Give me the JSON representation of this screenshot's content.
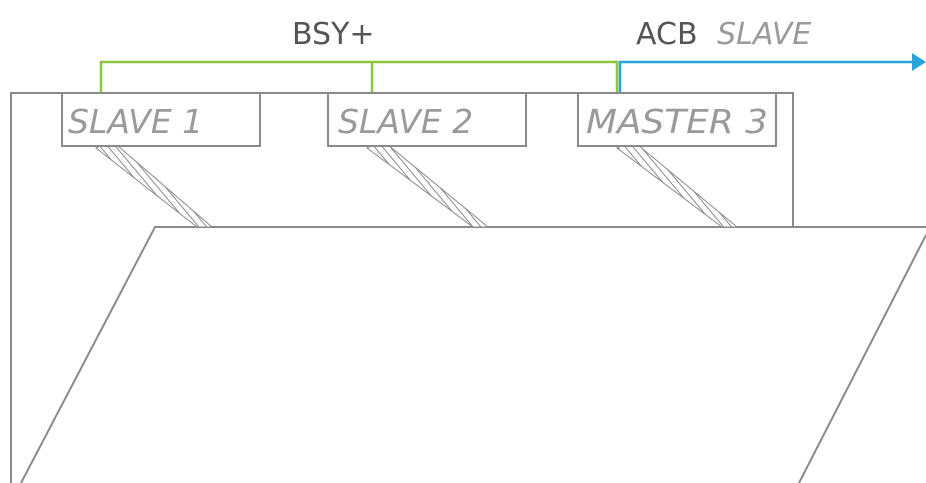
{
  "bus": {
    "bsy_label": "BSY+",
    "acb_label": "ACB",
    "acb_role": "SLAVE",
    "bsy_color": "#8cc63f",
    "acb_color": "#29a3dc"
  },
  "units": [
    {
      "label": "SLAVE 1"
    },
    {
      "label": "SLAVE 2"
    },
    {
      "label": "MASTER 3"
    }
  ],
  "colors": {
    "outline": "#8a8a8a",
    "text": "#9a9a9a"
  }
}
